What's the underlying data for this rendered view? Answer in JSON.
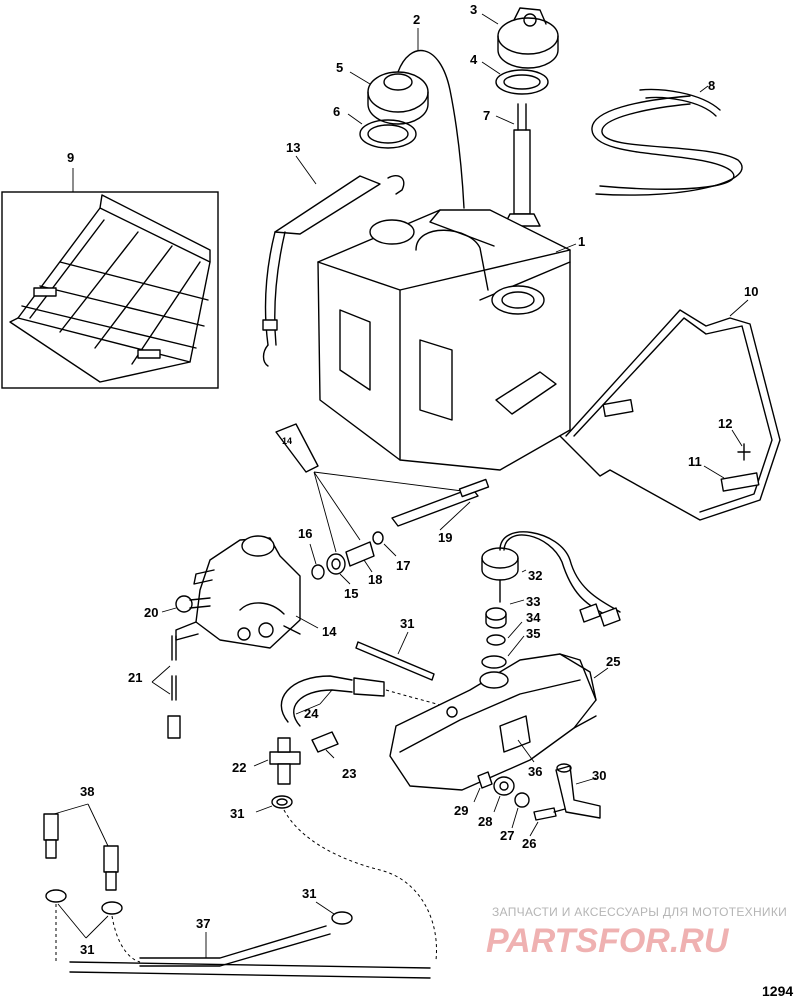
{
  "labels": {
    "l1": "1",
    "l2": "2",
    "l3": "3",
    "l4": "4",
    "l5": "5",
    "l6": "6",
    "l7": "7",
    "l8": "8",
    "l9": "9",
    "l10": "10",
    "l11": "11",
    "l12": "12",
    "l13": "13",
    "l14": "14",
    "l14b": "14",
    "l15": "15",
    "l16": "16",
    "l17": "17",
    "l18": "18",
    "l19": "19",
    "l20": "20",
    "l21": "21",
    "l22": "22",
    "l23": "23",
    "l24": "24",
    "l25": "25",
    "l26": "26",
    "l27": "27",
    "l28": "28",
    "l29": "29",
    "l30": "30",
    "l31a": "31",
    "l31b": "31",
    "l31c": "31",
    "l31d": "31",
    "l32": "32",
    "l33": "33",
    "l34": "34",
    "l35": "35",
    "l36": "36",
    "l37": "37",
    "l38": "38"
  },
  "watermark": {
    "line1": "ЗАПЧАСТИ И АКСЕССУАРЫ ДЛЯ МОТОТЕХНИКИ",
    "line2": "PARTSFOR.RU"
  },
  "figure_number": "1294"
}
